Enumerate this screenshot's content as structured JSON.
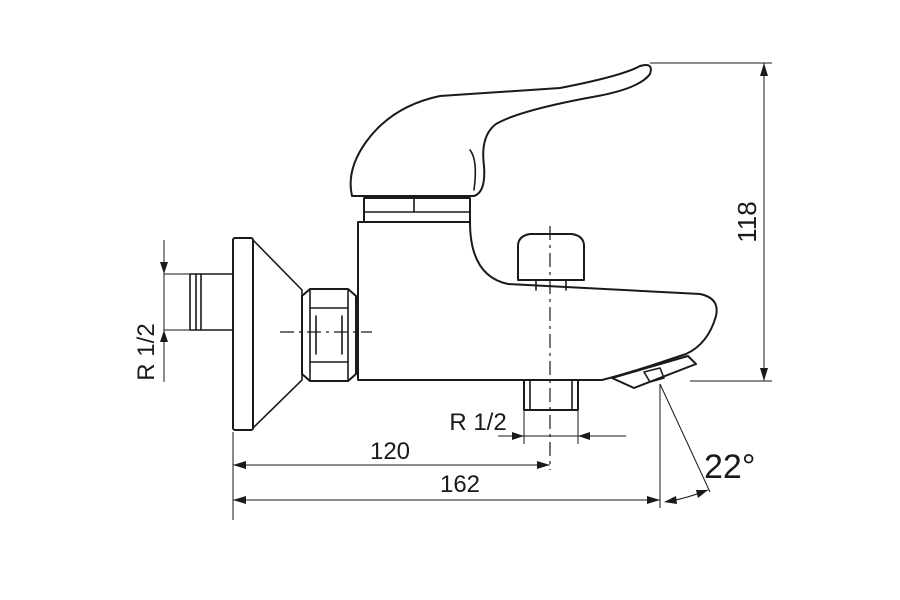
{
  "drawing": {
    "dimensions": {
      "height_118": "118",
      "width_120": "120",
      "width_162": "162",
      "inlet_thread": "R 1/2",
      "outlet_thread": "R 1/2",
      "spout_angle": "22°"
    }
  }
}
